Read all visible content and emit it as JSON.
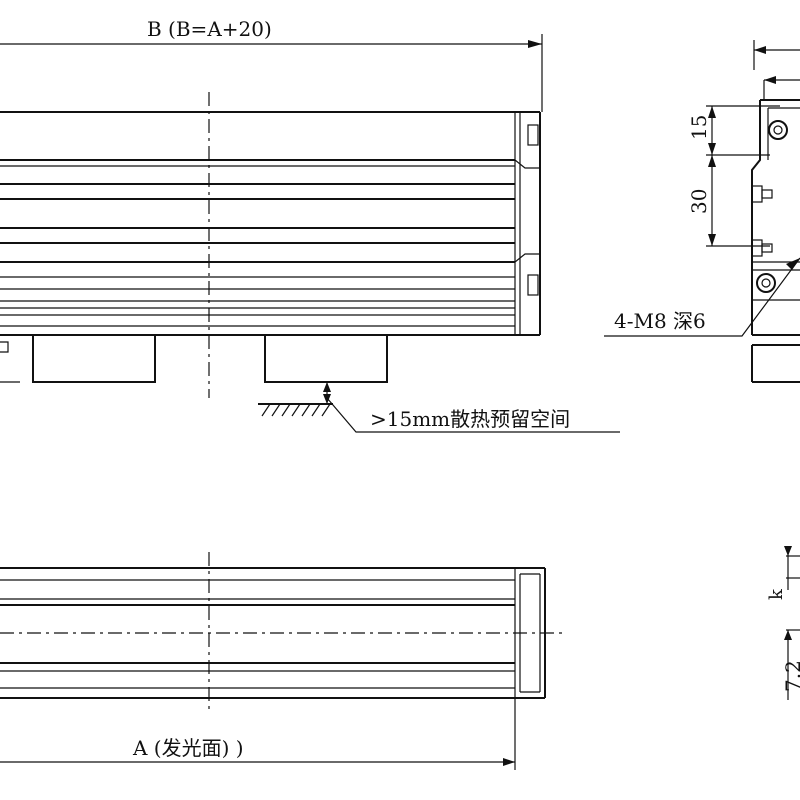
{
  "labels": {
    "dim_b": "B (B=A+20)",
    "dim_a": "A (发光面) )",
    "heat_note": ">15mm散热预留空间",
    "thread_note": "4-M8 深6",
    "dim_15": "15",
    "dim_30": "30",
    "dim_72": "7.2"
  }
}
